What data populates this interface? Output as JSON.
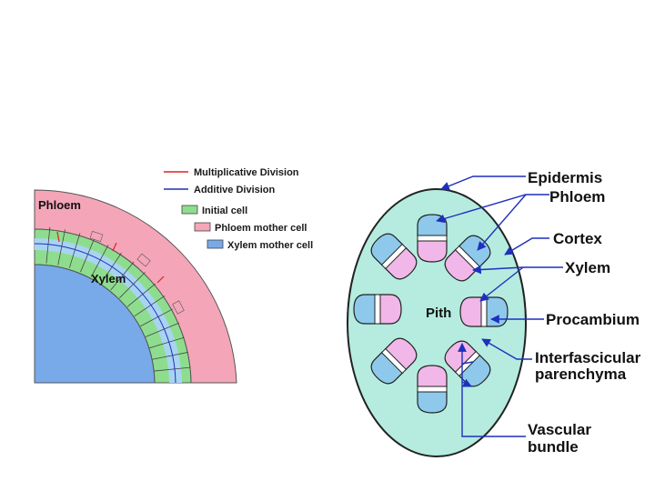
{
  "colors": {
    "phloem": "#f4a6b8",
    "xylem": "#78aaea",
    "initial": "#8edd8e",
    "pith": "#b5ecdf",
    "bundle_phloem": "#f1b7e8",
    "bundle_xylem": "#8ec9ec",
    "arrow": "#1f2fbf",
    "red_line": "#e02020",
    "blue_line": "#1f2fbf"
  },
  "left_diagram": {
    "phloem_label": "Phloem",
    "xylem_label": "Xylem",
    "legend": {
      "multiplicative": "Multiplicative Division",
      "additive": "Additive Division",
      "initial": "Initial cell",
      "phloem_mother": "Phloem mother cell",
      "xylem_mother": "Xylem mother cell"
    }
  },
  "right_diagram": {
    "pith_label": "Pith",
    "labels": {
      "epidermis": "Epidermis",
      "phloem": "Phloem",
      "cortex": "Cortex",
      "xylem": "Xylem",
      "procambium": "Procambium",
      "interfascicular_1": "Interfascicular",
      "interfascicular_2": "parenchyma",
      "vascular_1": "Vascular",
      "vascular_2": "bundle"
    }
  }
}
